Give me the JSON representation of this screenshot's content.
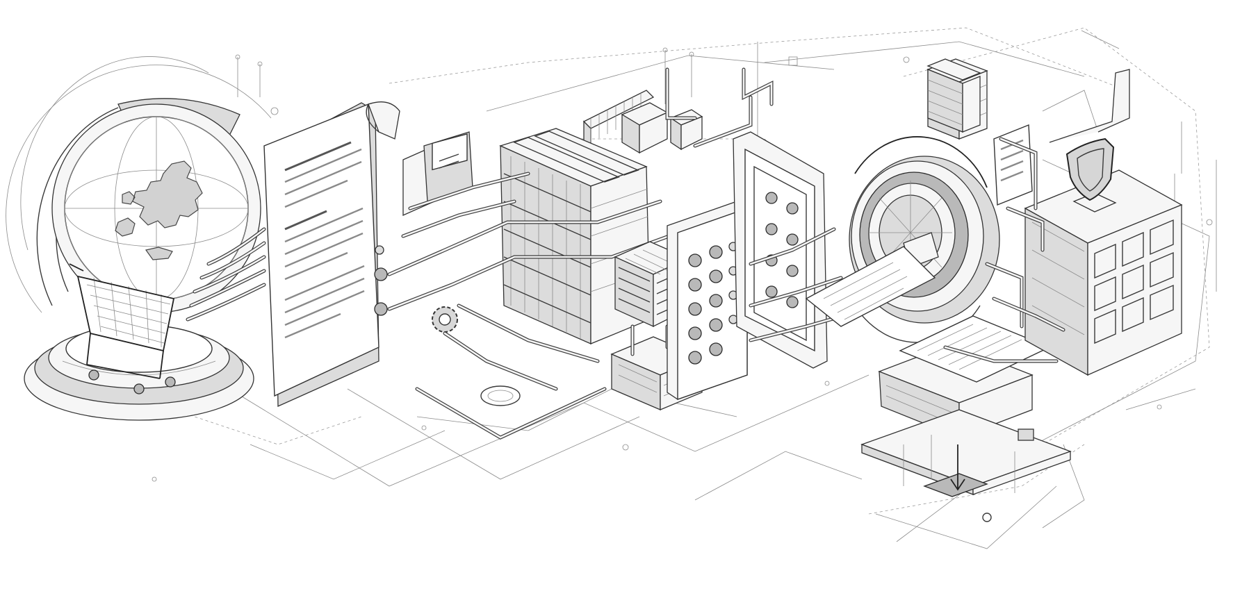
{
  "diagram": {
    "stages": [
      "globe-with-shopping-cart",
      "document-sheet",
      "gauge-panel",
      "server-rack-cluster",
      "processor-cube",
      "socket-panel",
      "scanner-ring",
      "output-document",
      "shield-storage-cabinet",
      "drop-platform"
    ],
    "palette": {
      "ink": "#2a2a2a",
      "line": "#8a8a8a",
      "shade": "#dcdcdc",
      "paper": "#ffffff"
    }
  }
}
